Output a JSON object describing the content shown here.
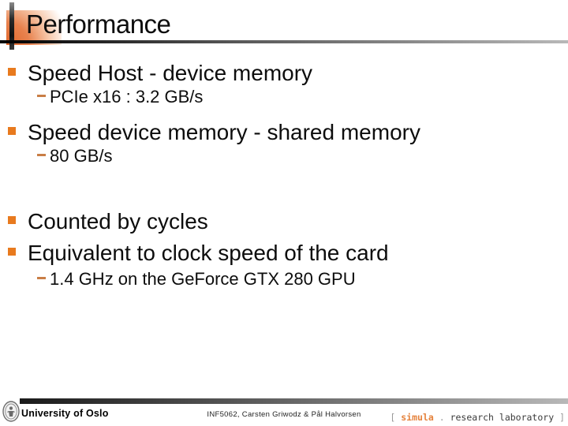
{
  "slide": {
    "title": "Performance",
    "bullets": [
      {
        "level": 1,
        "text": "Speed Host - device memory"
      },
      {
        "level": 2,
        "text": "PCIe x16 : 3.2 GB/s"
      },
      {
        "level": 1,
        "text": "Speed device memory - shared memory"
      },
      {
        "level": 2,
        "text": "80 GB/s"
      },
      {
        "level": 1,
        "text": "Counted by cycles"
      },
      {
        "level": 1,
        "text": "Equivalent to clock speed of the card"
      },
      {
        "level": 2,
        "text": "1.4 GHz on the GeForce GTX 280 GPU"
      }
    ]
  },
  "footer": {
    "university": "University of Oslo",
    "course": "INF5062, Carsten Griwodz & Pål Halvorsen",
    "lab": {
      "open": "[ ",
      "name": "simula",
      "dot": " . ",
      "rest": "research laboratory",
      "close": " ]"
    }
  },
  "colors": {
    "bullet_orange": "#e87a1e",
    "sub_dash_orange": "#c97e45",
    "accent_square_orange": "#e0662a",
    "simula_orange": "#e5823c",
    "rule_dark": "#000000",
    "rule_light": "#b8b8b8"
  }
}
